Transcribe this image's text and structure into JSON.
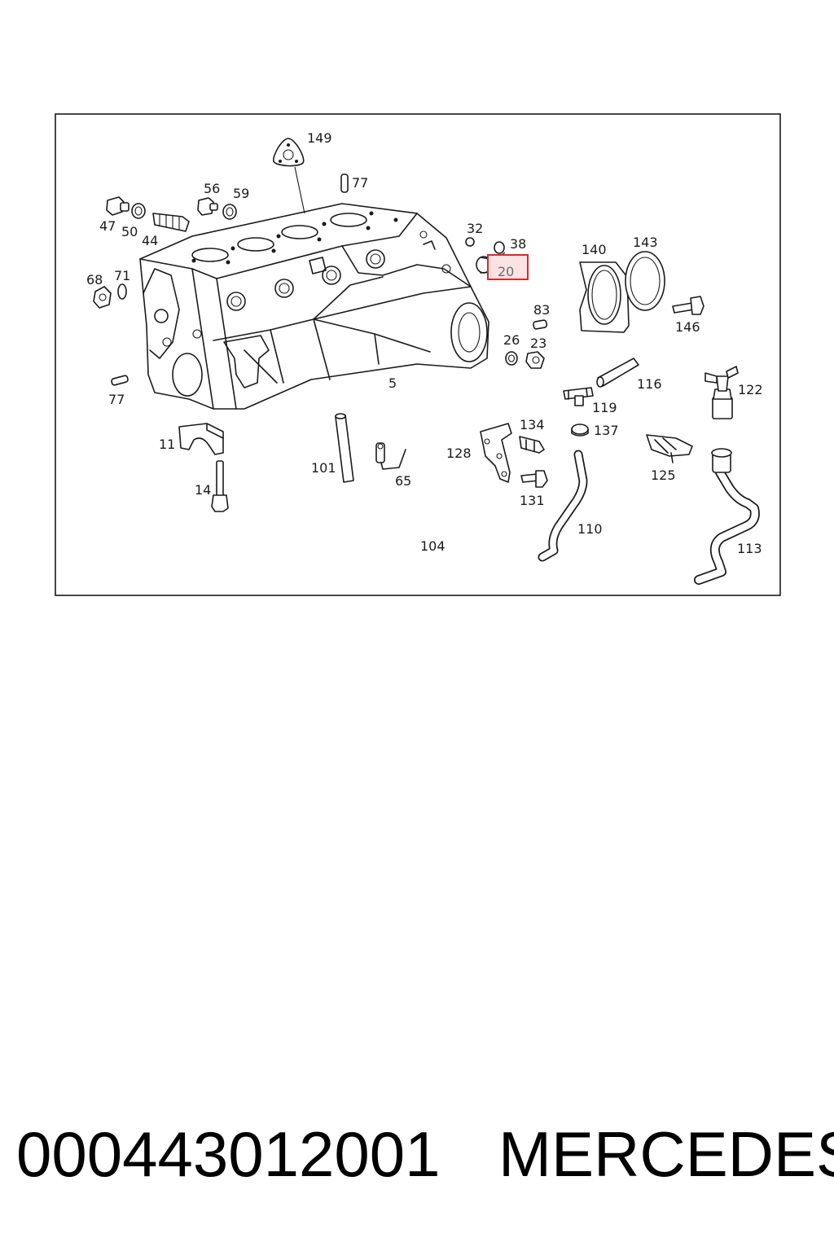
{
  "labels": {
    "l149": "149",
    "l77a": "77",
    "l56": "56",
    "l59": "59",
    "l47": "47",
    "l50": "50",
    "l44": "44",
    "l68": "68",
    "l71": "71",
    "l32": "32",
    "l38": "38",
    "l20": "20",
    "l140": "140",
    "l143": "143",
    "l83": "83",
    "l146": "146",
    "l26": "26",
    "l23": "23",
    "l5": "5",
    "l116": "116",
    "l122": "122",
    "l119": "119",
    "l77b": "77",
    "l134": "134",
    "l137": "137",
    "l11": "11",
    "l128": "128",
    "l101": "101",
    "l65": "65",
    "l125": "125",
    "l14": "14",
    "l131": "131",
    "l110": "110",
    "l104": "104",
    "l113": "113"
  },
  "highlighted_label": "20",
  "colors": {
    "highlight_border": "#e0262c",
    "highlight_fill": "#fbe3e4",
    "line": "#1a1a1a"
  },
  "caption": {
    "part_number": "000443012001",
    "brand": "MERCEDES"
  }
}
